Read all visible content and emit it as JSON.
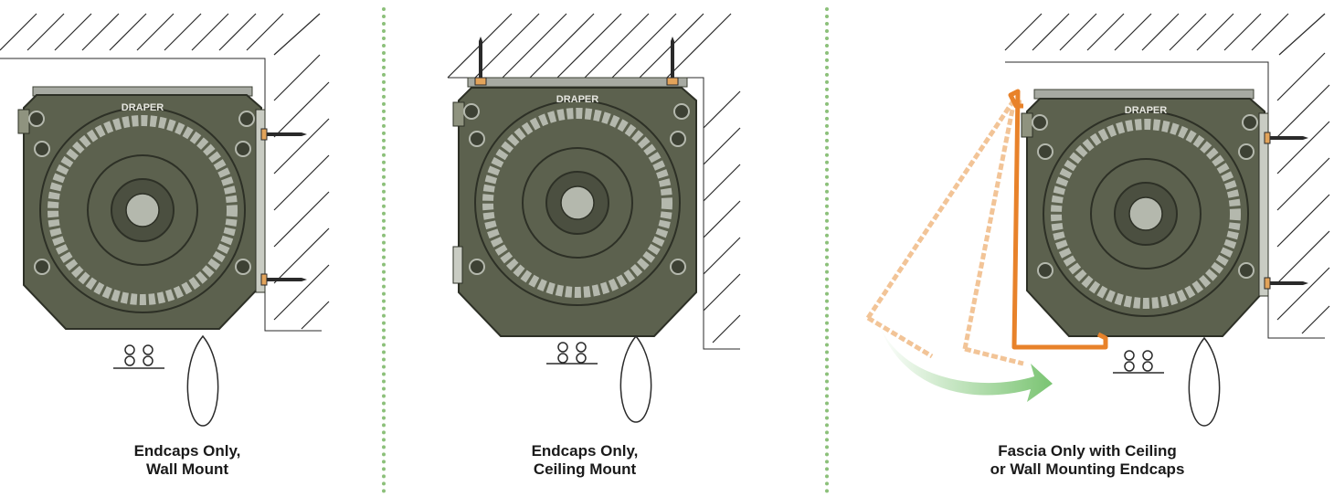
{
  "logo_text": "DRAPER",
  "panels": [
    {
      "id": "wall",
      "caption_line1": "Endcaps Only,",
      "caption_line2": "Wall Mount"
    },
    {
      "id": "ceiling",
      "caption_line1": "Endcaps Only,",
      "caption_line2": "Ceiling Mount"
    },
    {
      "id": "fascia",
      "caption_line1": "Fascia Only with Ceiling",
      "caption_line2": "or Wall Mounting Endcaps"
    }
  ],
  "colors": {
    "endcap": "#5c614e",
    "endcap_dark": "#3d4134",
    "bearing": "#b4b8ad",
    "hatch": "#2a2a2a",
    "screw_head": "#e2a35a",
    "fascia": "#e8822a",
    "fascia_ghost": "#f2c497",
    "arrow": "#7ac472",
    "divider": "#8cc07a"
  }
}
